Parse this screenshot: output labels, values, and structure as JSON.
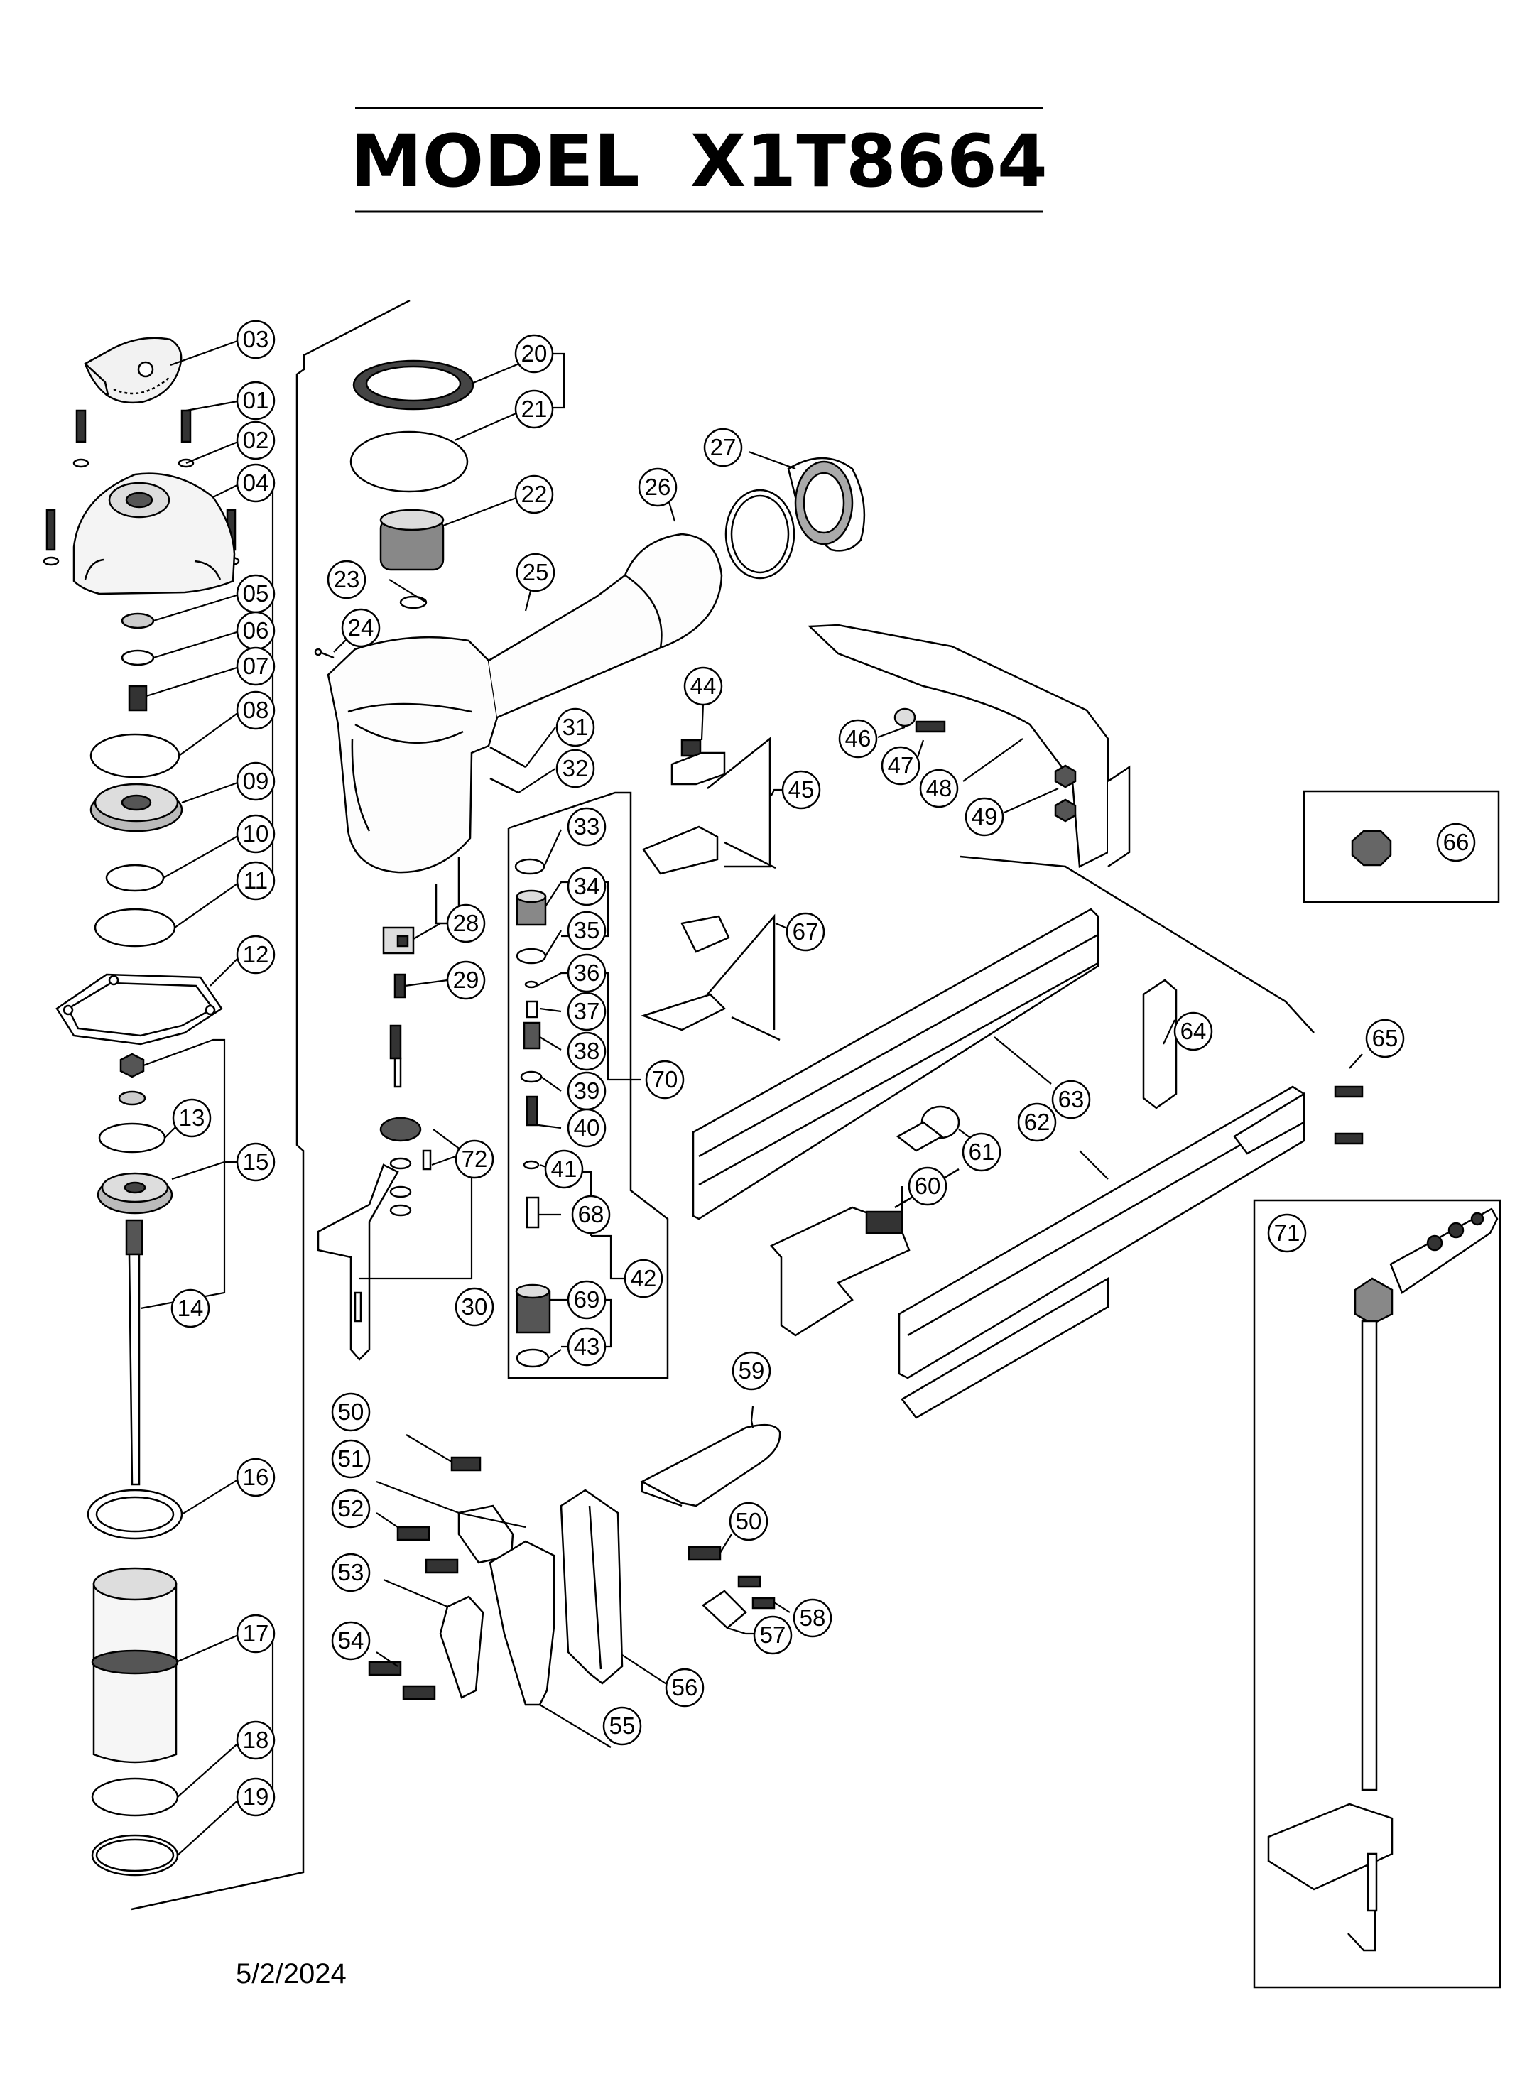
{
  "title": "MODEL  X1T8664",
  "date": "5/2/2024",
  "colors": {
    "ink": "#000000",
    "paper": "#ffffff",
    "shade": "#d8d8d8",
    "dark": "#3a3a3a"
  },
  "callouts": [
    {
      "id": "03",
      "label": "03"
    },
    {
      "id": "01",
      "label": "01"
    },
    {
      "id": "02",
      "label": "02"
    },
    {
      "id": "04",
      "label": "04"
    },
    {
      "id": "05",
      "label": "05"
    },
    {
      "id": "06",
      "label": "06"
    },
    {
      "id": "07",
      "label": "07"
    },
    {
      "id": "08",
      "label": "08"
    },
    {
      "id": "09",
      "label": "09"
    },
    {
      "id": "10",
      "label": "10"
    },
    {
      "id": "11",
      "label": "11"
    },
    {
      "id": "12",
      "label": "12"
    },
    {
      "id": "13",
      "label": "13"
    },
    {
      "id": "15",
      "label": "15"
    },
    {
      "id": "14",
      "label": "14"
    },
    {
      "id": "16",
      "label": "16"
    },
    {
      "id": "17",
      "label": "17"
    },
    {
      "id": "18",
      "label": "18"
    },
    {
      "id": "19",
      "label": "19"
    },
    {
      "id": "20",
      "label": "20"
    },
    {
      "id": "21",
      "label": "21"
    },
    {
      "id": "22",
      "label": "22"
    },
    {
      "id": "23",
      "label": "23"
    },
    {
      "id": "24",
      "label": "24"
    },
    {
      "id": "25",
      "label": "25"
    },
    {
      "id": "26",
      "label": "26"
    },
    {
      "id": "27",
      "label": "27"
    },
    {
      "id": "28",
      "label": "28"
    },
    {
      "id": "29",
      "label": "29"
    },
    {
      "id": "30",
      "label": "30"
    },
    {
      "id": "31",
      "label": "31"
    },
    {
      "id": "32",
      "label": "32"
    },
    {
      "id": "33",
      "label": "33"
    },
    {
      "id": "34",
      "label": "34"
    },
    {
      "id": "35",
      "label": "35"
    },
    {
      "id": "36",
      "label": "36"
    },
    {
      "id": "37",
      "label": "37"
    },
    {
      "id": "38",
      "label": "38"
    },
    {
      "id": "39",
      "label": "39"
    },
    {
      "id": "40",
      "label": "40"
    },
    {
      "id": "41",
      "label": "41"
    },
    {
      "id": "68",
      "label": "68"
    },
    {
      "id": "69",
      "label": "69"
    },
    {
      "id": "43",
      "label": "43"
    },
    {
      "id": "42",
      "label": "42"
    },
    {
      "id": "70",
      "label": "70"
    },
    {
      "id": "72",
      "label": "72"
    },
    {
      "id": "44",
      "label": "44"
    },
    {
      "id": "45",
      "label": "45"
    },
    {
      "id": "67",
      "label": "67"
    },
    {
      "id": "46",
      "label": "46"
    },
    {
      "id": "47",
      "label": "47"
    },
    {
      "id": "48",
      "label": "48"
    },
    {
      "id": "49",
      "label": "49"
    },
    {
      "id": "66",
      "label": "66"
    },
    {
      "id": "64",
      "label": "64"
    },
    {
      "id": "65",
      "label": "65"
    },
    {
      "id": "63",
      "label": "63"
    },
    {
      "id": "62",
      "label": "62"
    },
    {
      "id": "61",
      "label": "61"
    },
    {
      "id": "60",
      "label": "60"
    },
    {
      "id": "71",
      "label": "71"
    },
    {
      "id": "59",
      "label": "59"
    },
    {
      "id": "50a",
      "label": "50"
    },
    {
      "id": "51",
      "label": "51"
    },
    {
      "id": "52",
      "label": "52"
    },
    {
      "id": "53",
      "label": "53"
    },
    {
      "id": "54",
      "label": "54"
    },
    {
      "id": "55",
      "label": "55"
    },
    {
      "id": "56",
      "label": "56"
    },
    {
      "id": "50b",
      "label": "50"
    },
    {
      "id": "57",
      "label": "57"
    },
    {
      "id": "58",
      "label": "58"
    }
  ]
}
